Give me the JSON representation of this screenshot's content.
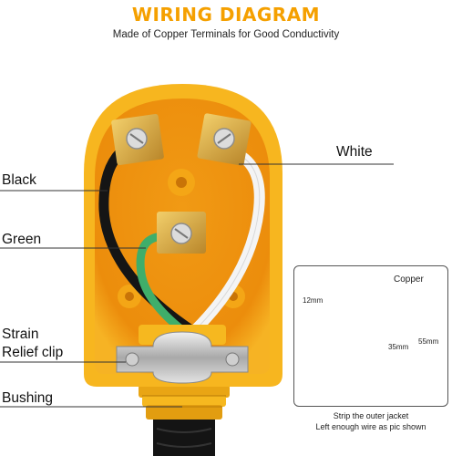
{
  "header": {
    "title": "WIRING DIAGRAM",
    "subtitle": "Made of Copper Terminals for Good Conductivity"
  },
  "callouts": {
    "black": "Black",
    "white": "White",
    "green": "Green",
    "strain_line1": "Strain",
    "strain_line2": "Relief clip",
    "bushing": "Bushing"
  },
  "inset": {
    "copper": "Copper",
    "dim_12": "12mm",
    "dim_35": "35mm",
    "dim_55": "55mm",
    "caption_line1": "Strip the outer jacket",
    "caption_line2": "Left enough wire as pic shown"
  },
  "colors": {
    "plug_body": "#f7b21e",
    "plug_inner": "#ec9210",
    "accent_title": "#f5a000",
    "wire_black": "#151515",
    "wire_white": "#f4f4f4",
    "wire_green": "#3fae6a",
    "terminal_brass": "#d8a93c"
  }
}
